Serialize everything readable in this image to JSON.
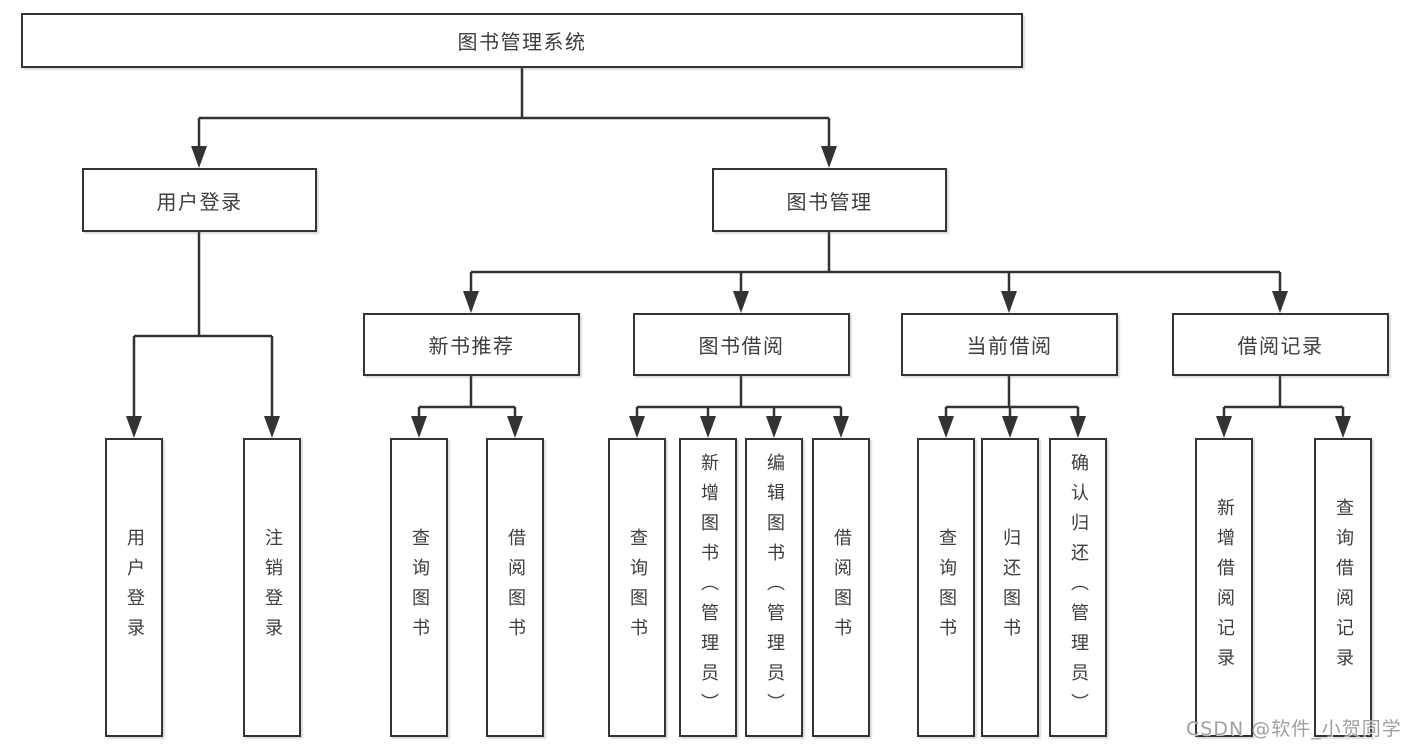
{
  "tree": {
    "root": "图书管理系统",
    "children": [
      {
        "label": "用户登录",
        "children": [
          {
            "label": "用户登录"
          },
          {
            "label": "注销登录"
          }
        ]
      },
      {
        "label": "图书管理",
        "children": [
          {
            "label": "新书推荐",
            "children": [
              {
                "label": "查询图书"
              },
              {
                "label": "借阅图书"
              }
            ]
          },
          {
            "label": "图书借阅",
            "children": [
              {
                "label": "查询图书"
              },
              {
                "label": "新增图书（管理员）"
              },
              {
                "label": "编辑图书（管理员）"
              },
              {
                "label": "借阅图书"
              }
            ]
          },
          {
            "label": "当前借阅",
            "children": [
              {
                "label": "查询图书"
              },
              {
                "label": "归还图书"
              },
              {
                "label": "确认归还（管理员）"
              }
            ]
          },
          {
            "label": "借阅记录",
            "children": [
              {
                "label": "新增借阅记录"
              },
              {
                "label": "查询借阅记录"
              }
            ]
          }
        ]
      }
    ]
  },
  "watermark": "CSDN @软件_小贺同学",
  "colors": {
    "line": "#333333",
    "box_border": "#333333",
    "text": "#3d3d3d",
    "watermark": "#989898",
    "background": "#ffffff"
  }
}
